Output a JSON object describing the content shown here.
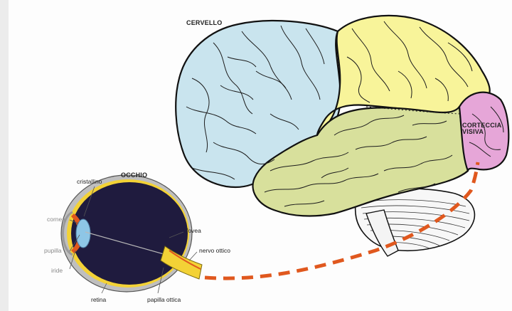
{
  "labels": {
    "brain": "CERVELLO",
    "eye": "OCCHIO",
    "visual_cortex_line1": "CORTECCIA",
    "visual_cortex_line2": "VISIVA",
    "lens": "cristallino",
    "cornea": "cornea",
    "pupil": "pupilla",
    "iris": "iride",
    "fovea": "fovea",
    "optic_nerve": "nervo ottico",
    "retina": "retina",
    "optic_disc": "papilla ottica"
  },
  "colors": {
    "frontal_lobe": "#c9e4ee",
    "parietal_lobe": "#f8f49a",
    "temporal_lobe": "#d8e09c",
    "visual_cortex": "#e6a6d8",
    "pathway": "#e0581e",
    "eyeball": "#1f1b3e",
    "eye_yellow": "#f3d236"
  }
}
